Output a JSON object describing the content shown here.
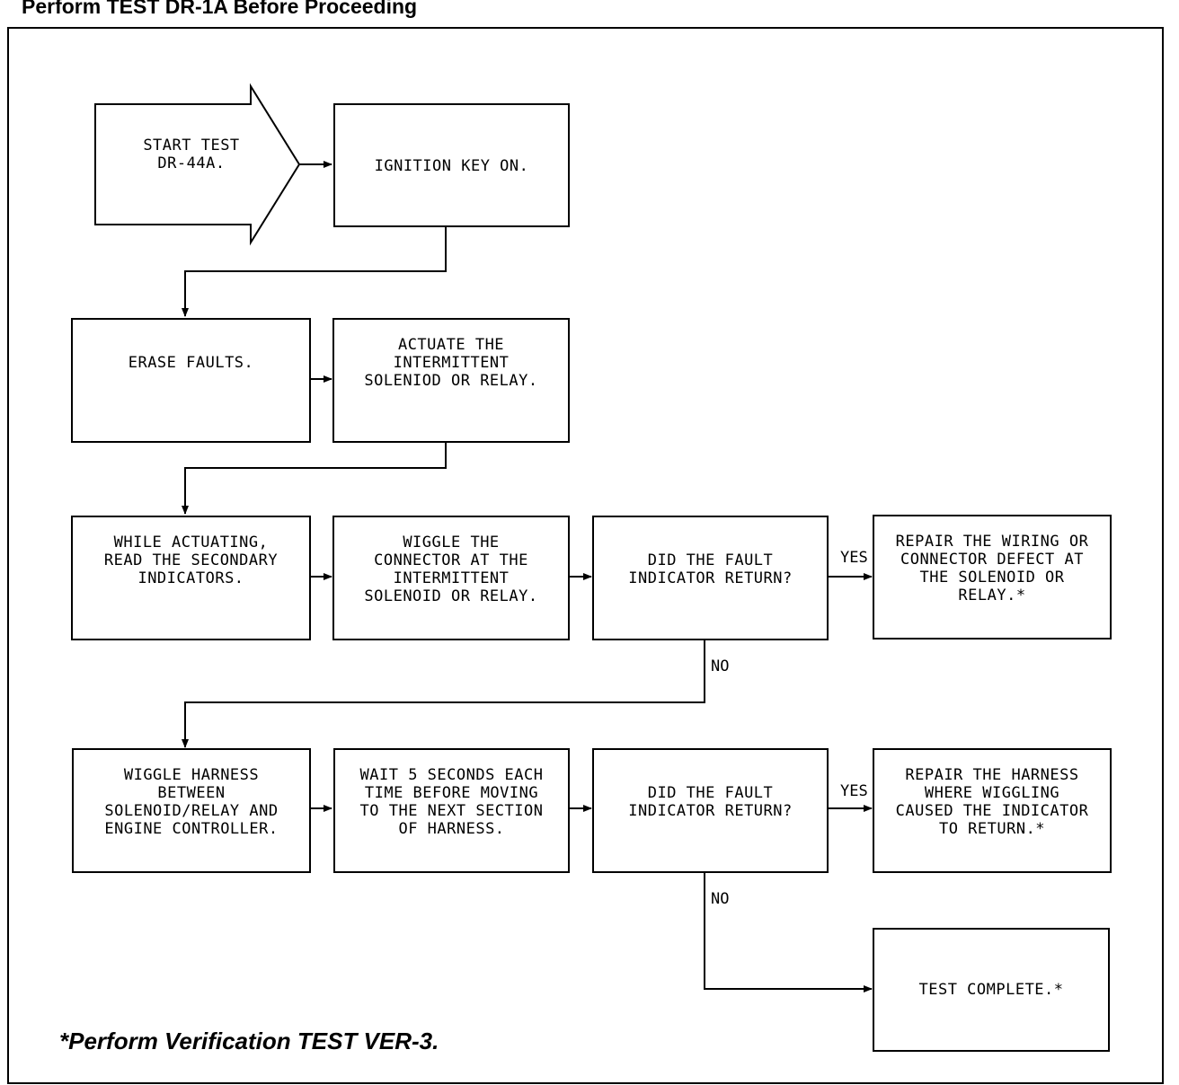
{
  "header": {
    "title": "Perform TEST DR-1A Before Proceeding"
  },
  "flowchart": {
    "start": "START TEST\nDR-44A.",
    "ignition_key_on": "IGNITION KEY ON.",
    "erase_faults": "ERASE FAULTS.",
    "actuate_solenoid": "ACTUATE THE\nINTERMITTENT\nSOLENIOD OR RELAY.",
    "while_actuating": "WHILE ACTUATING,\nREAD THE SECONDARY\nINDICATORS.",
    "wiggle_connector": "WIGGLE THE\nCONNECTOR AT THE\nINTERMITTENT\nSOLENOID OR RELAY.",
    "decision_1": "DID THE FAULT\nINDICATOR RETURN?",
    "repair_wiring": "REPAIR THE WIRING OR\nCONNECTOR DEFECT AT\nTHE SOLENOID OR\nRELAY.*",
    "wiggle_harness": "WIGGLE HARNESS\nBETWEEN\nSOLENOID/RELAY AND\nENGINE CONTROLLER.",
    "wait_5_seconds": "WAIT 5 SECONDS EACH\nTIME BEFORE MOVING\nTO THE NEXT SECTION\nOF HARNESS.",
    "decision_2": "DID THE FAULT\nINDICATOR RETURN?",
    "repair_harness": "REPAIR THE HARNESS\nWHERE WIGGLING\nCAUSED THE INDICATOR\nTO RETURN.*",
    "test_complete": "TEST COMPLETE.*",
    "yes_label_1": "YES",
    "no_label_1": "NO",
    "yes_label_2": "YES",
    "no_label_2": "NO"
  },
  "footnote": "*Perform Verification TEST VER-3."
}
